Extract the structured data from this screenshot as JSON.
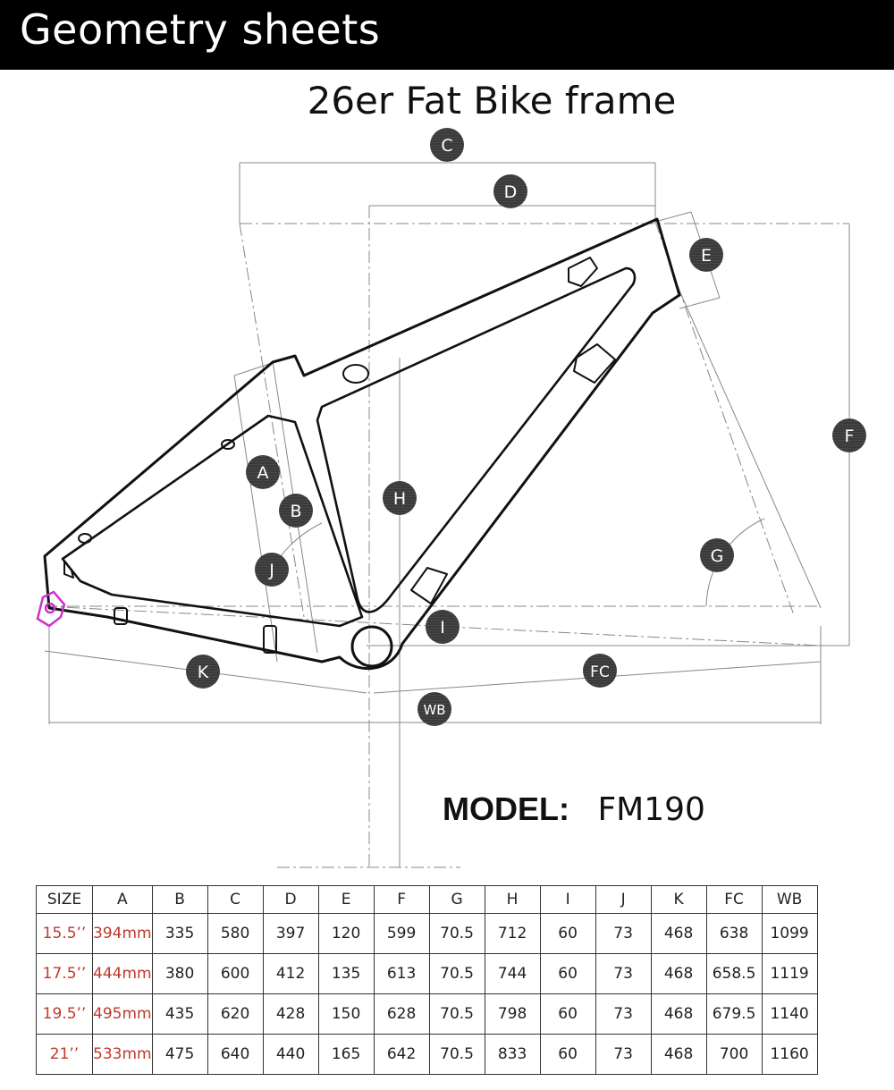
{
  "header": {
    "title": "Geometry sheets"
  },
  "diagram": {
    "title": "26er Fat Bike frame",
    "markers": [
      "C",
      "D",
      "E",
      "F",
      "A",
      "B",
      "H",
      "J",
      "G",
      "I",
      "K",
      "FC",
      "WB"
    ]
  },
  "model": {
    "label": "MODEL:",
    "value": "FM190"
  },
  "table": {
    "columns": [
      "SIZE",
      "A",
      "B",
      "C",
      "D",
      "E",
      "F",
      "G",
      "H",
      "I",
      "J",
      "K",
      "FC",
      "WB"
    ],
    "rows": [
      [
        "15.5’’",
        "394mm",
        "335",
        "580",
        "397",
        "120",
        "599",
        "70.5",
        "712",
        "60",
        "73",
        "468",
        "638",
        "1099"
      ],
      [
        "17.5’’",
        "444mm",
        "380",
        "600",
        "412",
        "135",
        "613",
        "70.5",
        "744",
        "60",
        "73",
        "468",
        "658.5",
        "1119"
      ],
      [
        "19.5’’",
        "495mm",
        "435",
        "620",
        "428",
        "150",
        "628",
        "70.5",
        "798",
        "60",
        "73",
        "468",
        "679.5",
        "1140"
      ],
      [
        "21’’",
        "533mm",
        "475",
        "640",
        "440",
        "165",
        "642",
        "70.5",
        "833",
        "60",
        "73",
        "468",
        "700",
        "1160"
      ]
    ]
  },
  "colors": {
    "header_bg": "#000000",
    "size_text": "#c0392b",
    "derailleur_hanger": "#cc33cc"
  }
}
